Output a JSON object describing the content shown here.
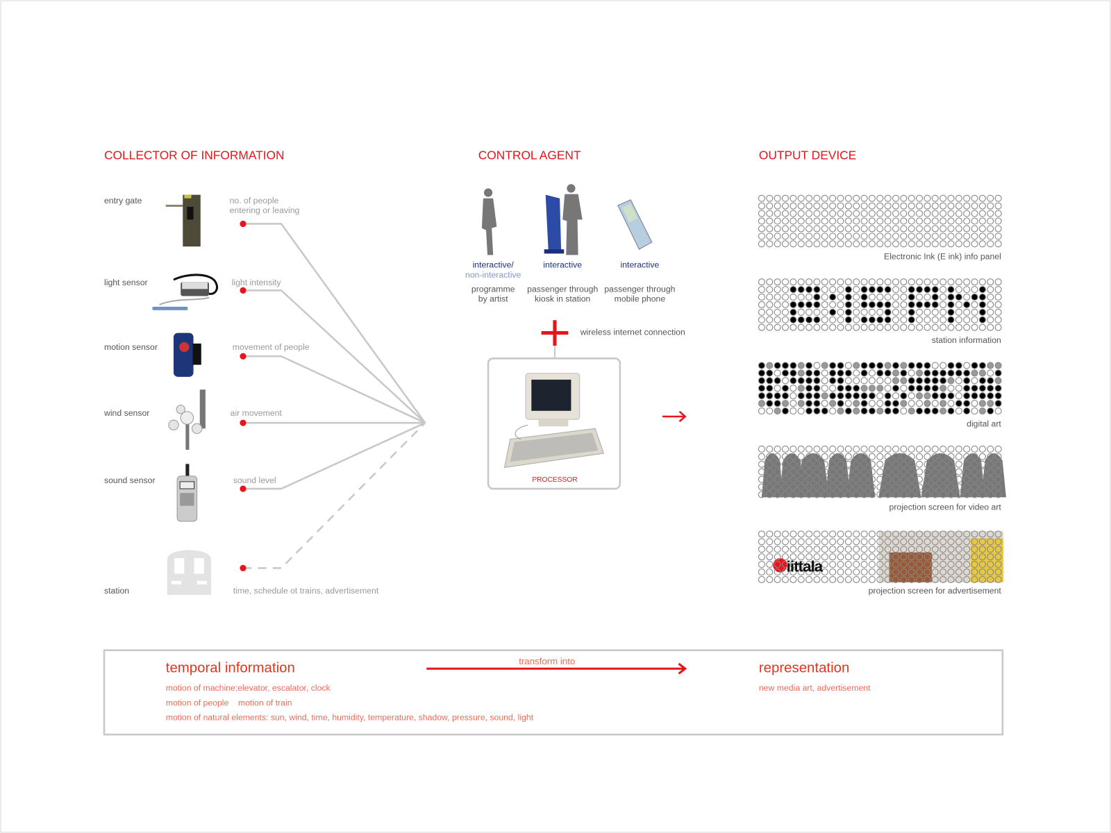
{
  "headings": {
    "collector": "COLLECTOR OF INFORMATION",
    "control": "CONTROL AGENT",
    "output": "OUTPUT DEVICE"
  },
  "sensors": [
    {
      "name": "entry gate",
      "desc": "no. of people entering or leaving",
      "icon": "turnstile-icon"
    },
    {
      "name": "light sensor",
      "desc": "light intensity",
      "icon": "light-sensor-icon"
    },
    {
      "name": "motion sensor",
      "desc": "movement of people",
      "icon": "motion-sensor-icon"
    },
    {
      "name": "wind sensor",
      "desc": "air movement",
      "icon": "anemometer-icon"
    },
    {
      "name": "sound sensor",
      "desc": "sound level",
      "icon": "sound-meter-icon"
    },
    {
      "name": "station",
      "desc": "time, schedule ot trains, advertisement",
      "icon": "train-icon"
    }
  ],
  "agents": [
    {
      "type": "interactive/",
      "type2": "non-interactive",
      "desc1": "programme",
      "desc2": "by artist"
    },
    {
      "type": "interactive",
      "desc1": "passenger through",
      "desc2": "kiosk in station"
    },
    {
      "type": "interactive",
      "desc1": "passenger through",
      "desc2": "mobile phone"
    }
  ],
  "wireless": "wireless internet connection",
  "processor": "PROCESSOR",
  "outputs": [
    "Electronic Ink (E ink) info panel",
    "station information",
    "digital art",
    "projection screen for video art",
    "projection screen for advertisement"
  ],
  "ad_brand": "iittala",
  "bottom": {
    "left_title": "temporal information",
    "left_lines": [
      "motion of machine:elevator, escalator, clock",
      "motion of people    motion of train",
      "motion of natural elements: sun, wind, time, humidity, temperature, shadow, pressure, sound, light"
    ],
    "arrow_label": "transform into",
    "right_title": "representation",
    "right_line": "new media art, advertisement"
  },
  "colors": {
    "accent": "#e8141b",
    "blue": "#1b2f86",
    "line": "#c8c8c8"
  }
}
